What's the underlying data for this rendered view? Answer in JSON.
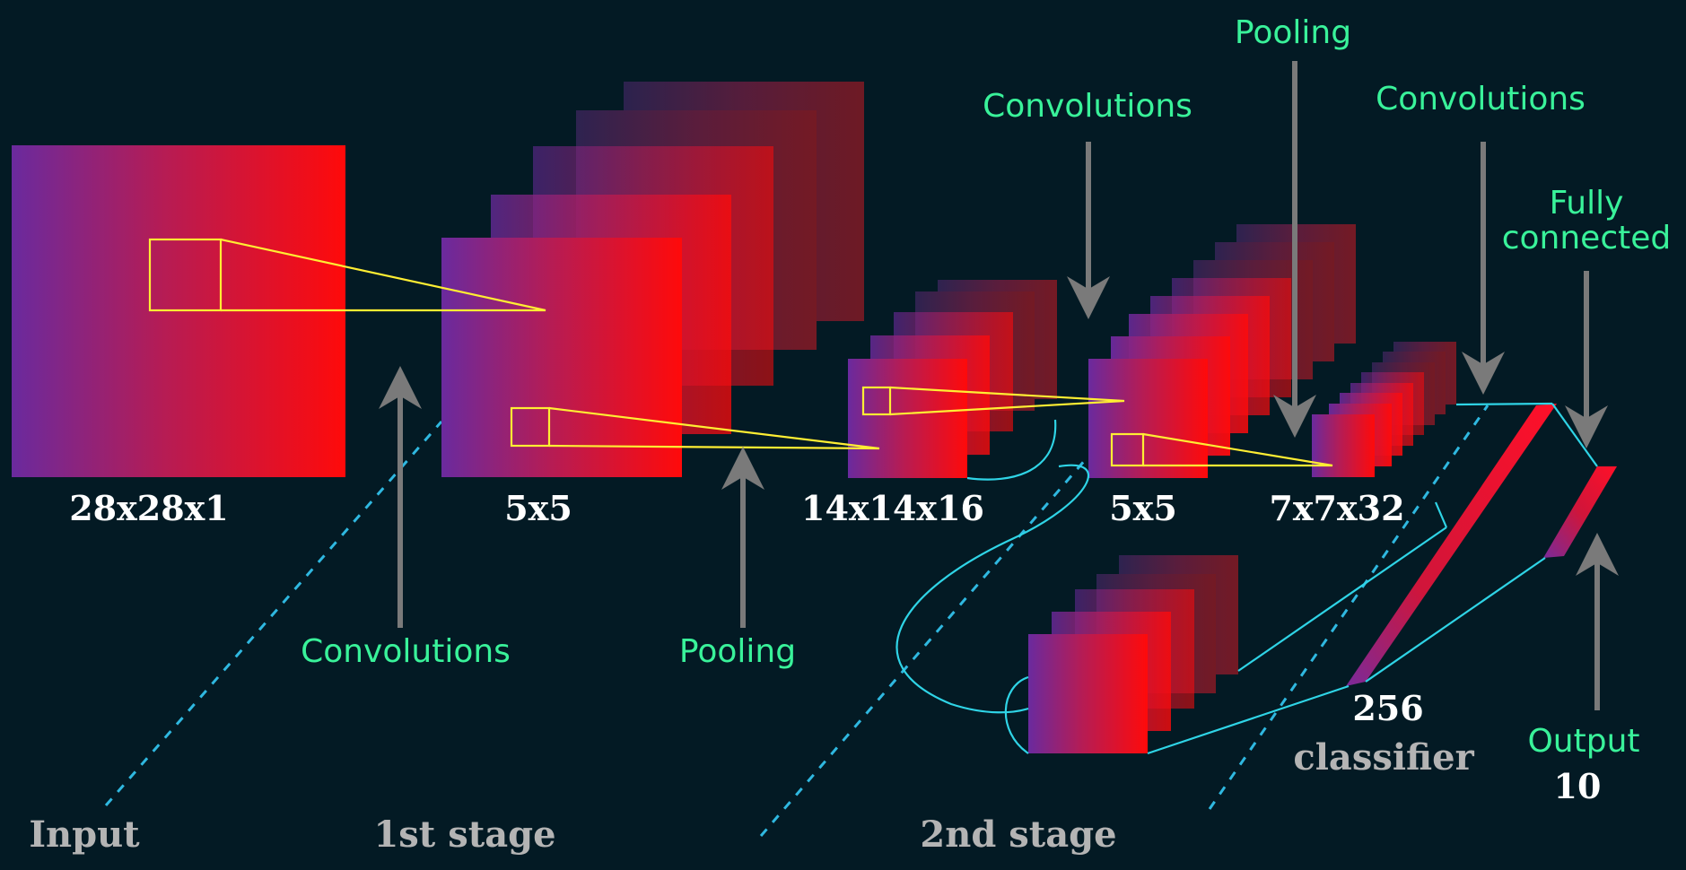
{
  "labels": {
    "input_dims": "28x28x1",
    "kernel_1": "5x5",
    "pool_1_dims": "14x14x16",
    "kernel_2": "5x5",
    "pool_2_dims": "7x7x32",
    "classifier_size": "256",
    "classifier_name": "classifier",
    "output_size": "10"
  },
  "annotations": {
    "convolutions_1": "Convolutions",
    "pooling_1": "Pooling",
    "convolutions_2": "Convolutions",
    "pooling_2": "Pooling",
    "convolutions_3": "Convolutions",
    "fully_connected_line1": "Fully",
    "fully_connected_line2": "connected",
    "output": "Output"
  },
  "stages": {
    "input": "Input",
    "first": "1st stage",
    "second": "2nd stage"
  },
  "colors": {
    "background": "#031a24",
    "block_start": "#6a2a9e",
    "block_end": "#ff0a0a",
    "annotation": "#39f29a",
    "arrow": "#7a7a7a",
    "kernel_outline": "#ffee33",
    "connector": "#2fd4e6",
    "stage_divider": "#3a8fe8"
  }
}
